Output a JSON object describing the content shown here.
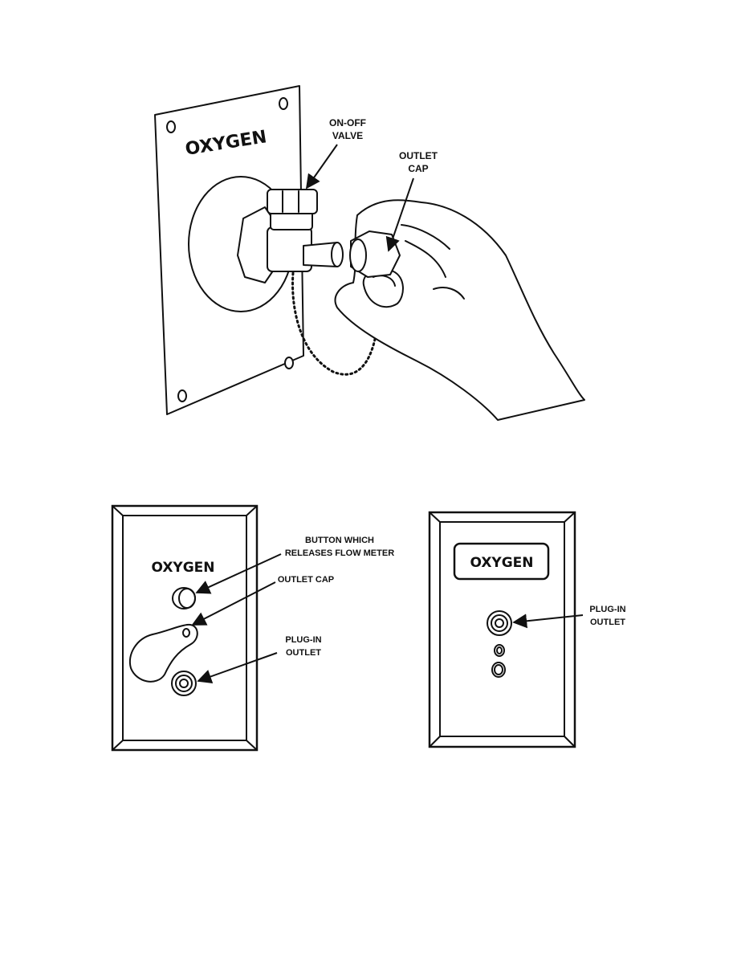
{
  "figure_top": {
    "plate_label": "OXYGEN",
    "callouts": {
      "valve_line1": "ON-OFF",
      "valve_line2": "VALVE",
      "cap_line1": "OUTLET",
      "cap_line2": "CAP"
    }
  },
  "figure_bottom_left": {
    "plate_label": "OXYGEN",
    "callouts": {
      "button_line1": "BUTTON WHICH",
      "button_line2": "RELEASES FLOW METER",
      "cap": "OUTLET CAP",
      "plug_line1": "PLUG-IN",
      "plug_line2": "OUTLET"
    }
  },
  "figure_bottom_right": {
    "plate_label": "OXYGEN",
    "callouts": {
      "plug_line1": "PLUG-IN",
      "plug_line2": "OUTLET"
    }
  }
}
